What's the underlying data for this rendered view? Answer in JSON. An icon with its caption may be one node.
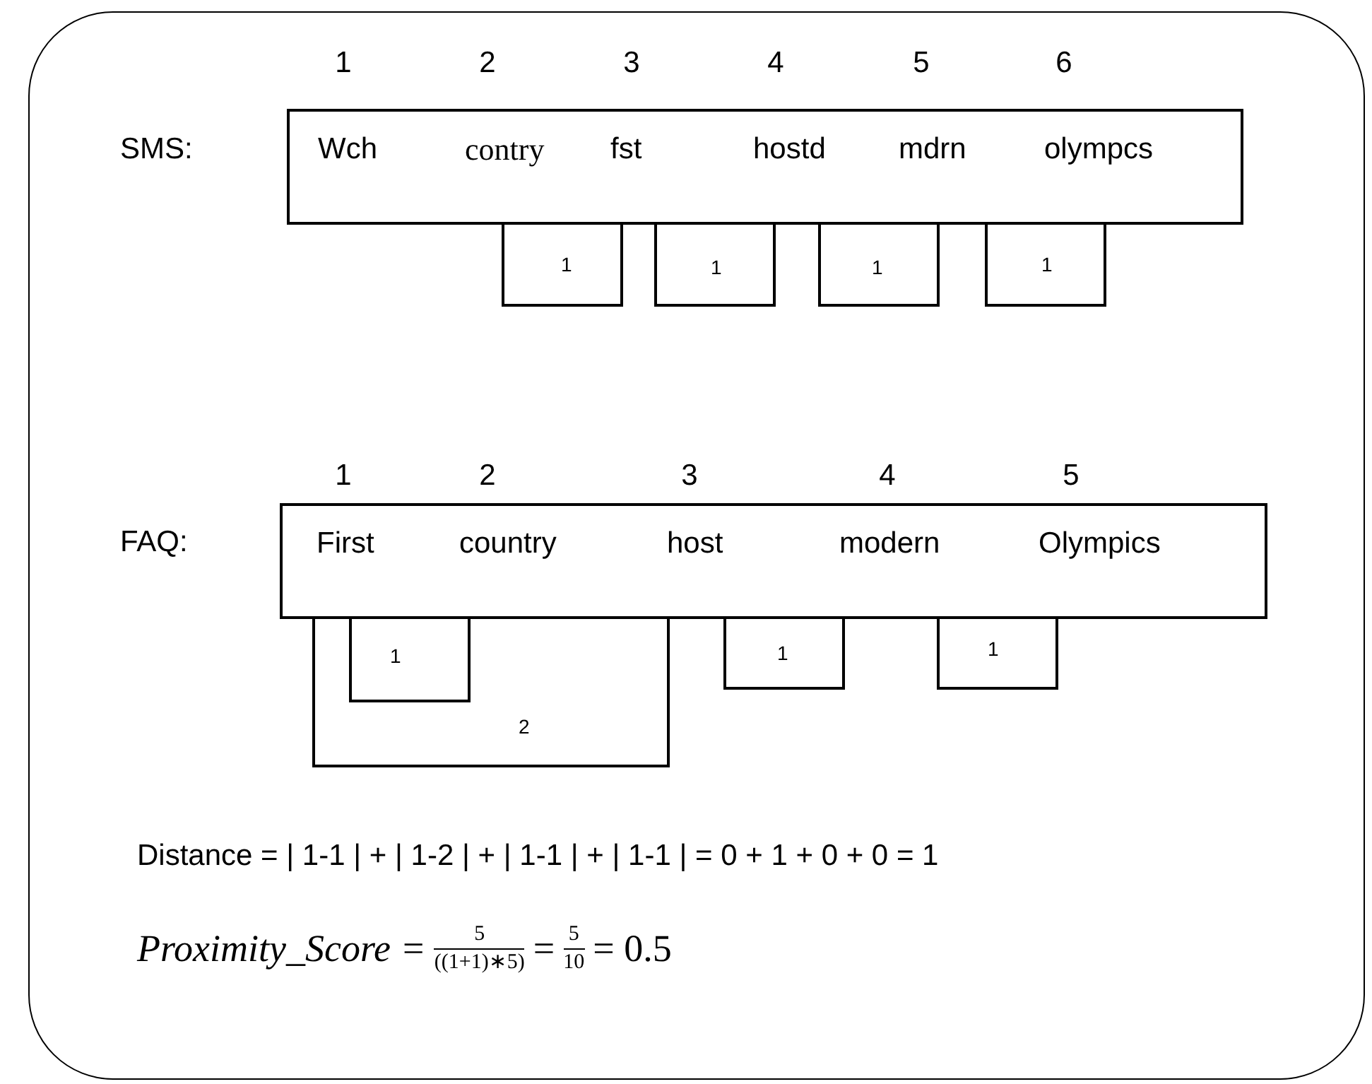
{
  "diagram": {
    "nodes": [
      {
        "text": [
          "Wch",
          "contry",
          "fst",
          "hostd",
          "mdrn",
          "olympcs"
        ]
      },
      {
        "text": [
          "1"
        ]
      },
      {
        "text": [
          "1"
        ]
      },
      {
        "text": [
          "1"
        ]
      },
      {
        "text": [
          "1"
        ]
      },
      {
        "text": [
          "First",
          "country",
          "host",
          "modern",
          "Olympics"
        ]
      },
      {
        "text": [
          "2"
        ]
      },
      {
        "text": [
          "1"
        ],
        "in": 6
      },
      {
        "text": [
          "1"
        ]
      },
      {
        "text": [
          "1"
        ]
      }
    ],
    "labels": [
      "1",
      "2",
      "3",
      "4",
      "5",
      "6",
      "SMS:",
      "1",
      "2",
      "3",
      "4",
      "5",
      "FAQ:",
      "Distance = | 1-1 | + | 1-2 | + | 1-1 | + | 1-1 | = 0 + 1 + 0 + 0 = 1",
      "Proximity_Score =",
      "5",
      "((1+1)∗5)",
      "=",
      "5",
      "10",
      "= 0.5"
    ]
  }
}
